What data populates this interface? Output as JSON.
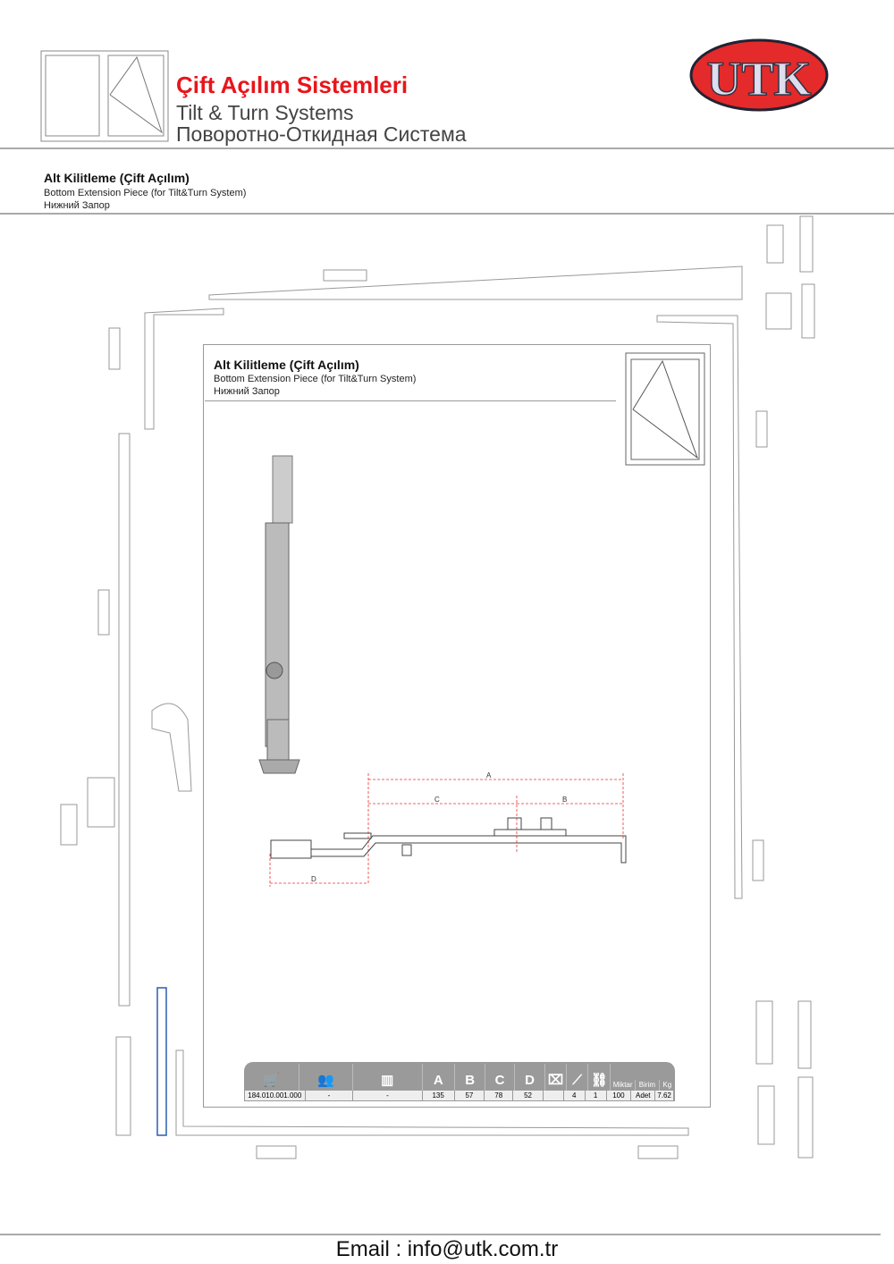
{
  "header": {
    "title_tr": "Çift Açılım Sistemleri",
    "title_en": "Tilt & Turn Systems",
    "title_ru": "Поворотно-Откидная Система",
    "logo_text": "UTK"
  },
  "section": {
    "title": "Alt Kilitleme (Çift Açılım)",
    "subtitle_en": "Bottom Extension Piece (for Tilt&Turn System)",
    "subtitle_ru": "Нижний Запор"
  },
  "drawing": {
    "dims": {
      "a": "A",
      "b": "B",
      "c": "C",
      "d": "D"
    }
  },
  "table": {
    "headers": {
      "a": "A",
      "b": "B",
      "c": "C",
      "d": "D",
      "miktar": "Miktar",
      "birim": "Birim",
      "kg": "Kg"
    },
    "row": {
      "code": "184.010.001.000",
      "customer": "-",
      "window": "-",
      "a": "135",
      "b": "57",
      "c": "78",
      "d": "52",
      "part": "",
      "screw": "4",
      "link": "1",
      "miktar": "100",
      "birim": "Adet",
      "kg": "7.62"
    }
  },
  "footer": {
    "email": "Email : info@utk.com.tr"
  }
}
